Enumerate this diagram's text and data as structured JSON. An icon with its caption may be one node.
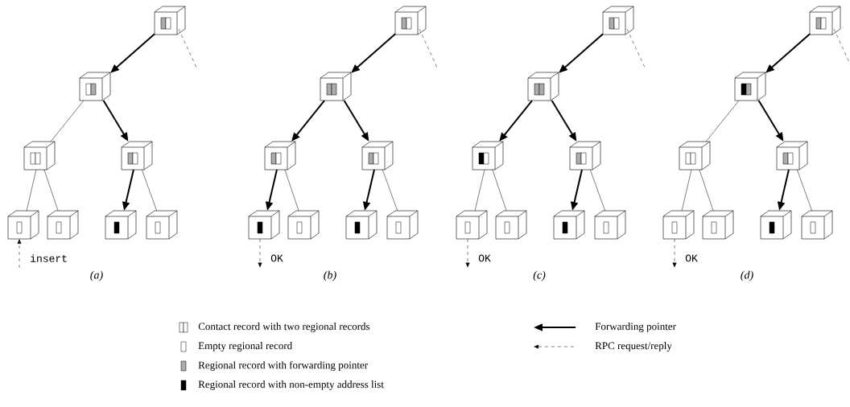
{
  "diagram": {
    "nodes": [
      {
        "text": [],
        "shape": "cube"
      },
      {
        "text": [],
        "shape": "cube"
      },
      {
        "text": [],
        "shape": "cube"
      },
      {
        "text": [],
        "shape": "cube"
      },
      {
        "text": [],
        "shape": "cube"
      },
      {
        "text": [],
        "shape": "cube"
      },
      {
        "text": [],
        "shape": "cube"
      },
      {
        "text": [],
        "shape": "cube"
      },
      {
        "text": [
          "insert"
        ]
      },
      {
        "text": [],
        "shape": "cube"
      },
      {
        "text": [],
        "shape": "cube"
      },
      {
        "text": [],
        "shape": "cube"
      },
      {
        "text": [],
        "shape": "cube"
      },
      {
        "text": [],
        "shape": "cube"
      },
      {
        "text": [],
        "shape": "cube"
      },
      {
        "text": [],
        "shape": "cube"
      },
      {
        "text": [],
        "shape": "cube"
      },
      {
        "text": [
          "OK"
        ]
      },
      {
        "text": [],
        "shape": "cube"
      },
      {
        "text": [],
        "shape": "cube"
      },
      {
        "text": [],
        "shape": "cube"
      },
      {
        "text": [],
        "shape": "cube"
      },
      {
        "text": [],
        "shape": "cube"
      },
      {
        "text": [],
        "shape": "cube"
      },
      {
        "text": [],
        "shape": "cube"
      },
      {
        "text": [],
        "shape": "cube"
      },
      {
        "text": [
          "OK"
        ]
      },
      {
        "text": [],
        "shape": "cube"
      },
      {
        "text": [],
        "shape": "cube"
      },
      {
        "text": [],
        "shape": "cube"
      },
      {
        "text": [],
        "shape": "cube"
      },
      {
        "text": [],
        "shape": "cube"
      },
      {
        "text": [],
        "shape": "cube"
      },
      {
        "text": [],
        "shape": "cube"
      },
      {
        "text": [],
        "shape": "cube"
      },
      {
        "text": [
          "OK"
        ]
      }
    ],
    "edges": [
      {
        "from": 0,
        "to": 1,
        "arrow": "to"
      },
      {
        "from": 1,
        "to": 2,
        "arrow": "none"
      },
      {
        "from": 1,
        "to": 3,
        "arrow": "to"
      },
      {
        "from": 2,
        "to": 4,
        "arrow": "none"
      },
      {
        "from": 2,
        "to": 5,
        "arrow": "none"
      },
      {
        "from": 3,
        "to": 6,
        "arrow": "to"
      },
      {
        "from": 3,
        "to": 7,
        "arrow": "none"
      },
      {
        "from": 0,
        "to": null,
        "arrow": "none",
        "style": "dashed"
      },
      {
        "from": 8,
        "to": 4,
        "arrow": "to",
        "style": "dashed"
      },
      {
        "from": 9,
        "to": 10,
        "arrow": "to"
      },
      {
        "from": 10,
        "to": 11,
        "arrow": "to"
      },
      {
        "from": 10,
        "to": 12,
        "arrow": "to"
      },
      {
        "from": 11,
        "to": 13,
        "arrow": "to"
      },
      {
        "from": 11,
        "to": 14,
        "arrow": "none"
      },
      {
        "from": 12,
        "to": 15,
        "arrow": "to"
      },
      {
        "from": 12,
        "to": 16,
        "arrow": "none"
      },
      {
        "from": 9,
        "to": null,
        "arrow": "none",
        "style": "dashed"
      },
      {
        "from": 13,
        "to": 17,
        "arrow": "to",
        "style": "dashed"
      },
      {
        "from": 18,
        "to": 19,
        "arrow": "to"
      },
      {
        "from": 19,
        "to": 20,
        "arrow": "to"
      },
      {
        "from": 19,
        "to": 21,
        "arrow": "to"
      },
      {
        "from": 20,
        "to": 22,
        "arrow": "none"
      },
      {
        "from": 20,
        "to": 23,
        "arrow": "none"
      },
      {
        "from": 21,
        "to": 24,
        "arrow": "to"
      },
      {
        "from": 21,
        "to": 25,
        "arrow": "none"
      },
      {
        "from": 18,
        "to": null,
        "arrow": "none",
        "style": "dashed"
      },
      {
        "from": 22,
        "to": 26,
        "arrow": "to",
        "style": "dashed"
      },
      {
        "from": 27,
        "to": 28,
        "arrow": "to"
      },
      {
        "from": 28,
        "to": 29,
        "arrow": "none"
      },
      {
        "from": 28,
        "to": 30,
        "arrow": "to"
      },
      {
        "from": 29,
        "to": 31,
        "arrow": "none"
      },
      {
        "from": 29,
        "to": 32,
        "arrow": "none"
      },
      {
        "from": 30,
        "to": 33,
        "arrow": "to"
      },
      {
        "from": 30,
        "to": 34,
        "arrow": "none"
      },
      {
        "from": 27,
        "to": null,
        "arrow": "none",
        "style": "dashed"
      },
      {
        "from": 31,
        "to": 35,
        "arrow": "to",
        "style": "dashed"
      }
    ],
    "labels": [
      "(a)",
      "(b)",
      "(c)",
      "(d)"
    ],
    "legend": [
      {
        "text": "Contact record with two regional records"
      },
      {
        "text": "Empty regional record"
      },
      {
        "text": "Regional record with forwarding pointer"
      },
      {
        "text": "Regional record with non-empty address list"
      },
      {
        "text": "Forwarding pointer"
      },
      {
        "text": "RPC request/reply"
      }
    ]
  }
}
